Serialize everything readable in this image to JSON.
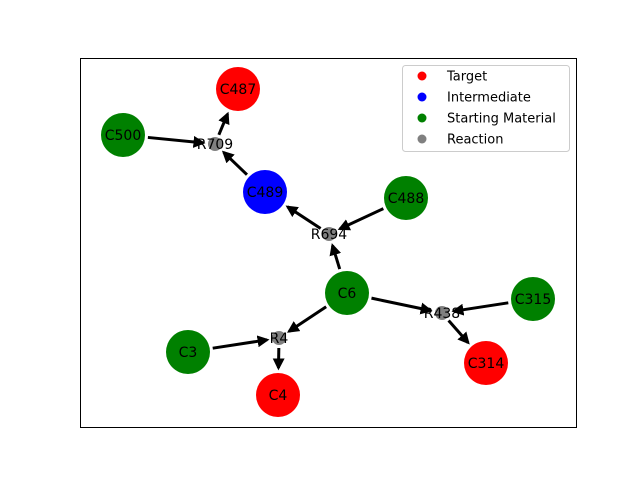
{
  "legend": [
    {
      "label": "Target",
      "color": "#ff0000"
    },
    {
      "label": "Intermediate",
      "color": "#0000ff"
    },
    {
      "label": "Starting Material",
      "color": "#008000"
    },
    {
      "label": "Reaction",
      "color": "#808080"
    }
  ],
  "nodes": [
    {
      "id": "C487",
      "type": "Target"
    },
    {
      "id": "R709",
      "type": "Reaction"
    },
    {
      "id": "C500",
      "type": "Starting Material"
    },
    {
      "id": "C489",
      "type": "Intermediate"
    },
    {
      "id": "C488",
      "type": "Starting Material"
    },
    {
      "id": "R694",
      "type": "Reaction"
    },
    {
      "id": "C6",
      "type": "Starting Material"
    },
    {
      "id": "R438",
      "type": "Reaction"
    },
    {
      "id": "C315",
      "type": "Starting Material"
    },
    {
      "id": "C314",
      "type": "Target"
    },
    {
      "id": "R4",
      "type": "Reaction"
    },
    {
      "id": "C3",
      "type": "Starting Material"
    },
    {
      "id": "C4",
      "type": "Target"
    }
  ],
  "edges": [
    {
      "from": "C500",
      "to": "R709"
    },
    {
      "from": "R709",
      "to": "C487"
    },
    {
      "from": "C489",
      "to": "R709"
    },
    {
      "from": "R694",
      "to": "C489"
    },
    {
      "from": "C488",
      "to": "R694"
    },
    {
      "from": "C6",
      "to": "R694"
    },
    {
      "from": "C6",
      "to": "R438"
    },
    {
      "from": "C315",
      "to": "R438"
    },
    {
      "from": "R438",
      "to": "C314"
    },
    {
      "from": "C6",
      "to": "R4"
    },
    {
      "from": "C3",
      "to": "R4"
    },
    {
      "from": "R4",
      "to": "C4"
    }
  ]
}
